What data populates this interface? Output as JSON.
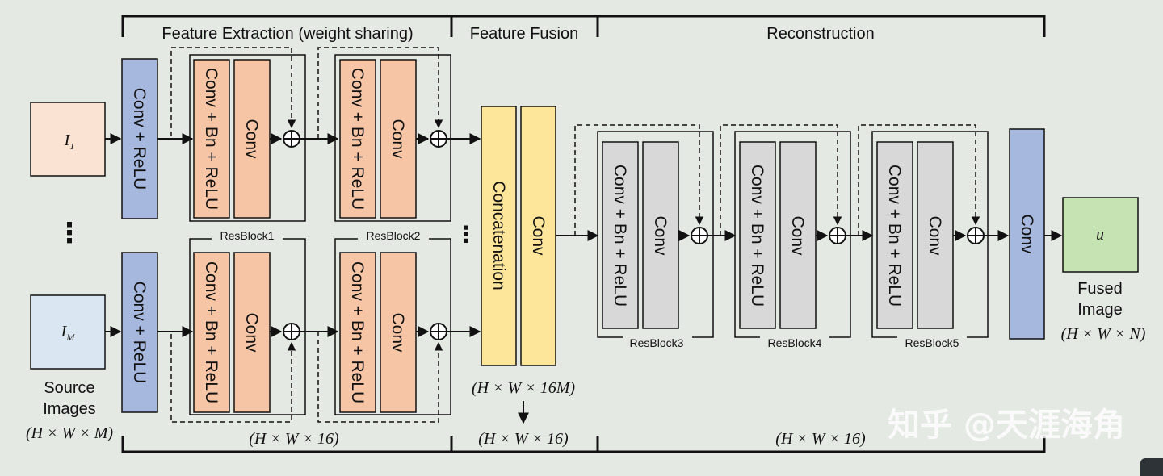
{
  "sections": {
    "extraction": "Feature Extraction (weight sharing)",
    "fusion": "Feature Fusion",
    "reconstruction": "Reconstruction"
  },
  "inputs": {
    "i1": {
      "base": "I",
      "sub": "1"
    },
    "im": {
      "base": "I",
      "sub": "M"
    },
    "dots": "⋮",
    "caption_line1": "Source",
    "caption_line2": "Images",
    "caption_dims": "(H × W × M)"
  },
  "layers": {
    "conv_relu": "Conv + ReLU",
    "conv_bn_relu": "Conv + Bn + ReLU",
    "conv": "Conv",
    "concatenation": "Concatenation",
    "plus": "+"
  },
  "resblocks": [
    "ResBlock1",
    "ResBlock2",
    "ResBlock3",
    "ResBlock4",
    "ResBlock5"
  ],
  "dims": {
    "extraction_out": "(H × W × 16)",
    "fusion_concat": "(H × W × 16M)",
    "fusion_out": "(H × W × 16)",
    "reconstruction_out": "(H × W × 16)"
  },
  "output": {
    "symbol": "u",
    "caption_line1": "Fused",
    "caption_line2": "Image",
    "caption_dims": "(H × W × N)"
  },
  "watermark": "知乎 @天涯海角",
  "colors": {
    "background": "#e4e9e3",
    "input_i1": "#fbe3d4",
    "input_im": "#dae7f3",
    "conv_blue": "#a7b8df",
    "conv_orange": "#f6c5a5",
    "fusion_yellow": "#fde59a",
    "recon_gray": "#d8d8d8",
    "output_green": "#c6e4b3"
  }
}
